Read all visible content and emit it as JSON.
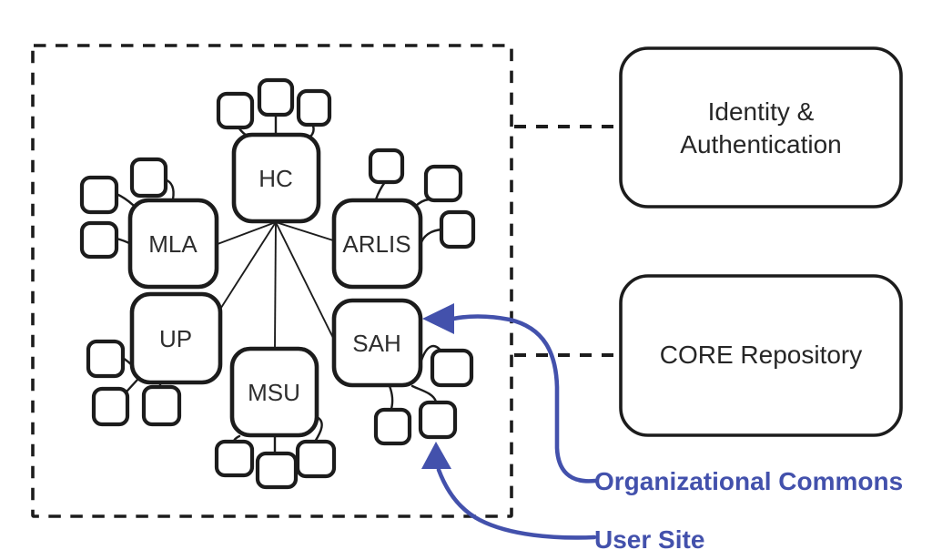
{
  "diagram": {
    "network": {
      "hub_node": "HC",
      "nodes": [
        {
          "id": "hc",
          "label": "HC",
          "satellite_count": 3
        },
        {
          "id": "mla",
          "label": "MLA",
          "satellite_count": 3
        },
        {
          "id": "arlis",
          "label": "ARLIS",
          "satellite_count": 3
        },
        {
          "id": "up",
          "label": "UP",
          "satellite_count": 3
        },
        {
          "id": "msu",
          "label": "MSU",
          "satellite_count": 3
        },
        {
          "id": "sah",
          "label": "SAH",
          "satellite_count": 3
        }
      ]
    },
    "side_boxes": {
      "identity": {
        "lines": [
          "Identity &",
          "Authentication"
        ]
      },
      "core": {
        "label": "CORE Repository"
      }
    },
    "annotations": {
      "org_commons": {
        "label": "Organizational Commons"
      },
      "user_site": {
        "label": "User Site"
      }
    },
    "colors": {
      "line": "#1c1c1c",
      "annotation_blue": "#4351ac",
      "background": "#ffffff"
    }
  }
}
